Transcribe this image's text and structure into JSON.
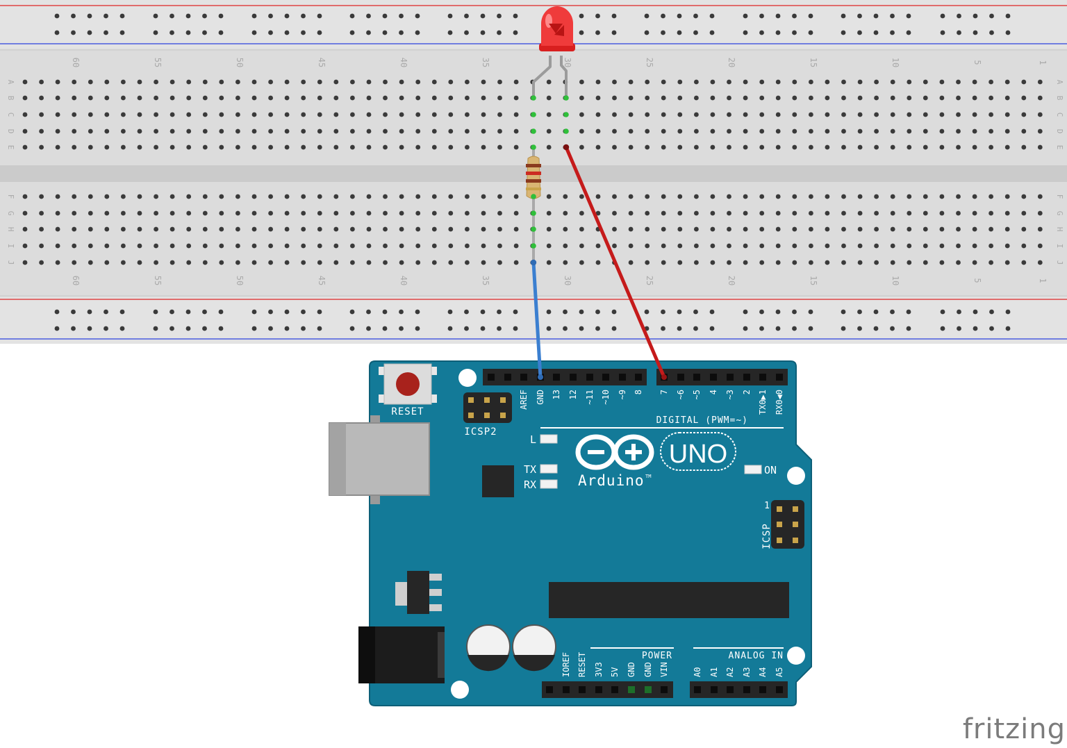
{
  "breadboard": {
    "column_numbers": [
      "60",
      "55",
      "50",
      "45",
      "40",
      "35",
      "30",
      "25",
      "20",
      "15",
      "10",
      "5",
      "1"
    ],
    "row_letters_top": [
      "A",
      "B",
      "C",
      "D",
      "E"
    ],
    "row_letters_bottom": [
      "F",
      "G",
      "H",
      "I",
      "J"
    ]
  },
  "components": {
    "led": "LED",
    "resistor": "Resistor"
  },
  "wires": {
    "gnd_wire_color": "#3b7fd0",
    "signal_wire_color": "#c51b1b"
  },
  "arduino": {
    "board_color": "#137a98",
    "reset_label": "RESET",
    "icsp2_label": "ICSP2",
    "icsp_label": "ICSP",
    "icsp_pin1": "1",
    "header_top_left": [
      "AREF",
      "GND",
      "13",
      "12",
      "~11",
      "~10",
      "~9",
      "8"
    ],
    "header_top_right": [
      "7",
      "~6",
      "~5",
      "4",
      "~3",
      "2",
      "TX0▶1",
      "RX0◀0"
    ],
    "digital_label": "DIGITAL (PWM=~)",
    "led_l": "L",
    "led_tx": "TX",
    "led_rx": "RX",
    "led_on": "ON",
    "logo_text": "Arduino",
    "logo_tm": "TM",
    "uno_text": "UNO",
    "power_label": "POWER",
    "analog_label": "ANALOG IN",
    "power_pins": [
      "IOREF",
      "RESET",
      "3V3",
      "5V",
      "GND",
      "GND",
      "VIN"
    ],
    "analog_pins": [
      "A0",
      "A1",
      "A2",
      "A3",
      "A4",
      "A5"
    ]
  },
  "watermark": "fritzing"
}
